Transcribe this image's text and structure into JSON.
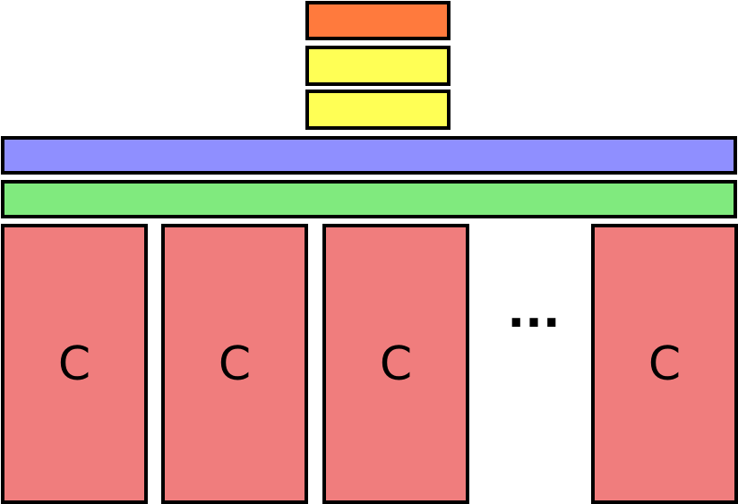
{
  "colors": {
    "top_block": "#ff7a3d",
    "middle_blocks": "#ffff55",
    "blue_bar": "#8f8fff",
    "green_bar": "#80ea7e",
    "core_blocks": "#f07d7d",
    "outline": "#000000"
  },
  "stack": {
    "top_label": "",
    "yellow_labels": [
      "",
      ""
    ]
  },
  "bars": {
    "blue_label": "",
    "green_label": ""
  },
  "cores": [
    {
      "label": "C"
    },
    {
      "label": "C"
    },
    {
      "label": "C"
    },
    {
      "label": "C"
    }
  ],
  "ellipsis": "..."
}
